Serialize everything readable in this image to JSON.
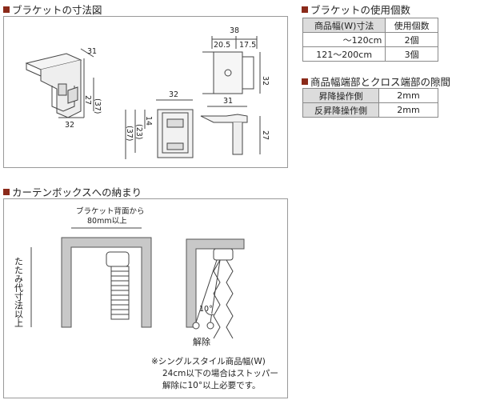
{
  "sections": {
    "bracket_dims": {
      "title": "ブラケットの寸法図"
    },
    "bracket_count": {
      "title": "ブラケットの使用個数"
    },
    "gap": {
      "title": "商品幅端部とクロス端部の隙間"
    },
    "curtain_box": {
      "title": "カーテンボックスへの納まり"
    }
  },
  "count_table": {
    "headers": [
      "商品幅(W)寸法",
      "使用個数"
    ],
    "rows": [
      {
        "width": "～120cm",
        "count": "2個"
      },
      {
        "width": "121～200cm",
        "count": "3個"
      }
    ]
  },
  "gap_table": {
    "rows": [
      {
        "label": "昇降操作側",
        "value": "2mm"
      },
      {
        "label": "反昇降操作側",
        "value": "2mm"
      }
    ]
  },
  "dimensions": {
    "iso_depth": "31",
    "iso_height": "(37)",
    "iso_h2": "27",
    "iso_width": "32",
    "top_total": "38",
    "top_left": "20.5",
    "top_right": "17.5",
    "top_height": "32",
    "front_width": "32",
    "front_h1": "14",
    "front_h2": "(23)",
    "front_h3": "(37)",
    "side_width": "31",
    "side_height": "27"
  },
  "curtain_box": {
    "bracket_note_line1": "ブラケット背面から",
    "bracket_note_line2": "80mm以上",
    "vertical_label": "たたみ代寸法以上",
    "angle_label": "10°",
    "release_label": "解除",
    "note_lines": [
      "※シングルスタイル商品幅(W)",
      "24cm以下の場合はストッパー",
      "解除に10°以上必要です。"
    ]
  }
}
